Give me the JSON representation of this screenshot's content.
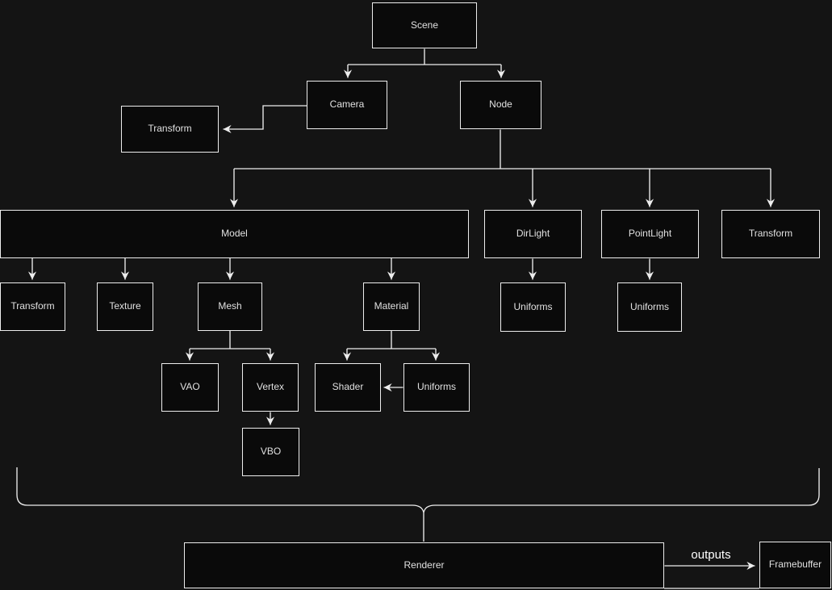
{
  "colors": {
    "background": "#141414",
    "node_fill": "#0a0a0a",
    "stroke": "#ededed",
    "text": "#e0e0e0"
  },
  "nodes": {
    "scene": {
      "label": "Scene"
    },
    "camera": {
      "label": "Camera"
    },
    "camera_transform": {
      "label": "Transform"
    },
    "node": {
      "label": "Node"
    },
    "model": {
      "label": "Model"
    },
    "dir_light": {
      "label": "DirLight"
    },
    "point_light": {
      "label": "PointLight"
    },
    "node_transform": {
      "label": "Transform"
    },
    "model_transform": {
      "label": "Transform"
    },
    "texture": {
      "label": "Texture"
    },
    "mesh": {
      "label": "Mesh"
    },
    "material": {
      "label": "Material"
    },
    "dir_light_uniforms": {
      "label": "Uniforms"
    },
    "point_light_uniforms": {
      "label": "Uniforms"
    },
    "vao": {
      "label": "VAO"
    },
    "vertex": {
      "label": "Vertex"
    },
    "shader": {
      "label": "Shader"
    },
    "shader_uniforms": {
      "label": "Uniforms"
    },
    "vbo": {
      "label": "VBO"
    },
    "renderer": {
      "label": "Renderer"
    },
    "framebuffer": {
      "label": "Framebuffer"
    }
  },
  "edge_labels": {
    "outputs": "outputs"
  }
}
